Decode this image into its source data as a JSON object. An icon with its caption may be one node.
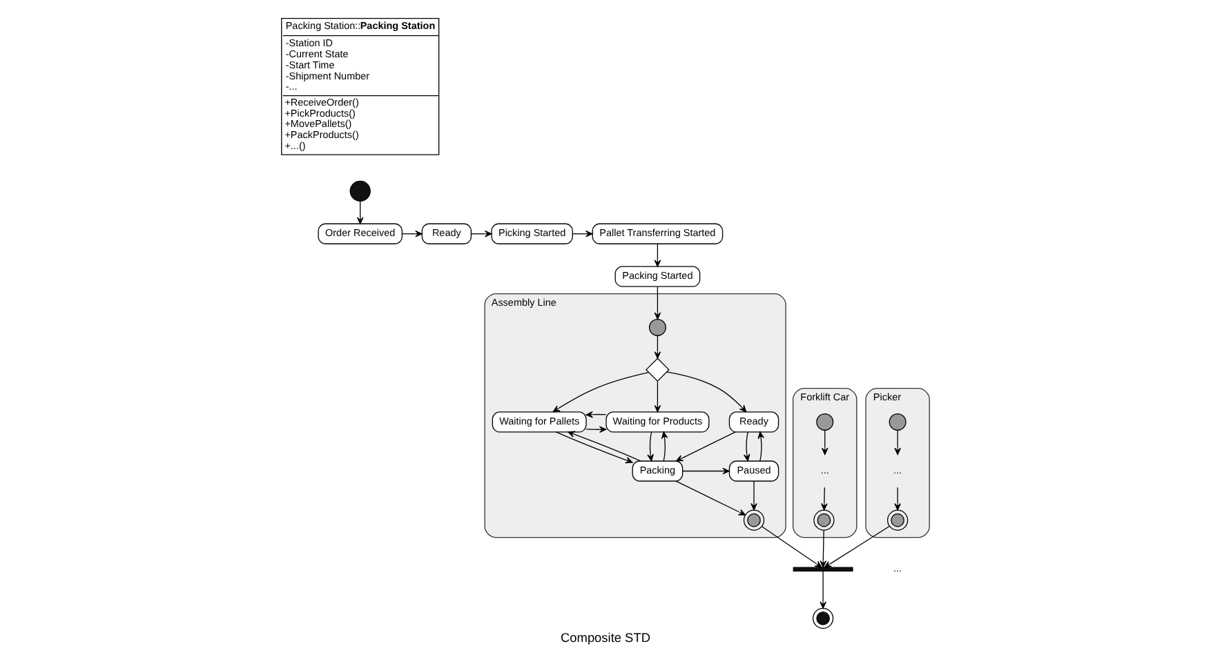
{
  "diagram": {
    "caption": "Composite STD",
    "nodes": [
      {
        "text": [
          "Packing Station::**Packing Station**",
          "-Station ID",
          "-Current State",
          "-Start Time",
          "-Shipment Number",
          "-...",
          "+ReceiveOrder()",
          "+PickProducts()",
          "+MovePallets()",
          "+PackProducts()",
          "+...()"
        ]
      },
      {
        "text": [],
        "shape": "circle"
      },
      {
        "text": [
          "Order Received"
        ]
      },
      {
        "text": [
          "Ready"
        ]
      },
      {
        "text": [
          "Picking Started"
        ]
      },
      {
        "text": [
          "Pallet Transferring Started"
        ]
      },
      {
        "text": [
          "Packing Started"
        ]
      },
      {
        "text": [
          "Picker"
        ]
      },
      {
        "text": [],
        "shape": "circle",
        "in": 7
      },
      {
        "text": [
          "..."
        ],
        "in": 7
      },
      {
        "text": [],
        "shape": "circle",
        "in": 7
      },
      {
        "text": [
          "Forklift Car"
        ]
      },
      {
        "text": [],
        "shape": "circle",
        "in": 11
      },
      {
        "text": [
          "..."
        ],
        "in": 11
      },
      {
        "text": [],
        "shape": "circle",
        "in": 11
      },
      {
        "text": [
          "Assembly Line"
        ]
      },
      {
        "text": [],
        "shape": "circle",
        "in": 15
      },
      {
        "text": [],
        "shape": "diamond",
        "in": 15
      },
      {
        "text": [
          "Ready"
        ],
        "in": 15
      },
      {
        "text": [
          "Waiting for Pallets"
        ],
        "in": 15
      },
      {
        "text": [
          "Waiting for Products"
        ],
        "in": 15
      },
      {
        "text": [
          "Paused"
        ],
        "in": 15
      },
      {
        "text": [
          "Packing"
        ],
        "in": 15
      },
      {
        "text": [],
        "shape": "circle",
        "in": 15
      },
      {
        "text": [],
        "shape": "bar"
      },
      {
        "text": [],
        "shape": "circle"
      }
    ],
    "edges": [
      {
        "from": 1,
        "to": 2,
        "arrow": "to"
      },
      {
        "from": 2,
        "to": 3,
        "arrow": "to"
      },
      {
        "from": 3,
        "to": 4,
        "arrow": "to"
      },
      {
        "from": 4,
        "to": 5,
        "arrow": "to"
      },
      {
        "from": 5,
        "to": 6,
        "arrow": "to"
      },
      {
        "from": 6,
        "to": 16,
        "arrow": "to"
      },
      {
        "from": 8,
        "to": 9,
        "arrow": "to"
      },
      {
        "from": 9,
        "to": 10,
        "arrow": "to"
      },
      {
        "from": 12,
        "to": 13,
        "arrow": "to"
      },
      {
        "from": 13,
        "to": 14,
        "arrow": "to"
      },
      {
        "from": 16,
        "to": 17,
        "arrow": "to"
      },
      {
        "from": 17,
        "to": 18,
        "arrow": "to"
      },
      {
        "from": 17,
        "to": 19,
        "arrow": "to"
      },
      {
        "from": 17,
        "to": 20,
        "arrow": "to"
      },
      {
        "from": 19,
        "to": 20,
        "arrow": "to"
      },
      {
        "from": 20,
        "to": 19,
        "arrow": "to"
      },
      {
        "from": 18,
        "to": 21,
        "arrow": "to"
      },
      {
        "from": 21,
        "to": 18,
        "arrow": "to"
      },
      {
        "from": 18,
        "to": 22,
        "arrow": "to"
      },
      {
        "from": 19,
        "to": 22,
        "arrow": "to"
      },
      {
        "from": 22,
        "to": 19,
        "arrow": "to"
      },
      {
        "from": 20,
        "to": 22,
        "arrow": "to"
      },
      {
        "from": 22,
        "to": 20,
        "arrow": "to"
      },
      {
        "from": 22,
        "to": 21,
        "arrow": "to"
      },
      {
        "from": 21,
        "to": 23,
        "arrow": "to"
      },
      {
        "from": 22,
        "to": 23,
        "arrow": "to"
      },
      {
        "from": 10,
        "to": 24,
        "arrow": "to"
      },
      {
        "from": 14,
        "to": 24,
        "arrow": "to"
      },
      {
        "from": 23,
        "to": 24,
        "arrow": "to"
      },
      {
        "from": 24,
        "to": 25,
        "arrow": "to"
      }
    ],
    "labels": [
      "..."
    ]
  }
}
